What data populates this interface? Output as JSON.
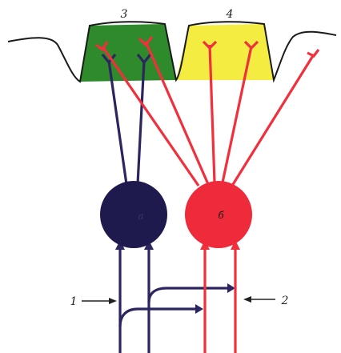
{
  "labels": {
    "region_3": "3",
    "region_4": "4",
    "cell_a": "а",
    "cell_b": "б",
    "pointer_1": "1",
    "pointer_2": "2"
  },
  "colors": {
    "dark_fibers": "#2b2660",
    "dark_cell": "#1e1a4e",
    "red_fibers": "#f0303c",
    "red_cell": "#ef2a3a",
    "region_3_fill": "#2e8a2a",
    "region_4_fill": "#f4ec40",
    "outline": "#1a1a1a"
  }
}
